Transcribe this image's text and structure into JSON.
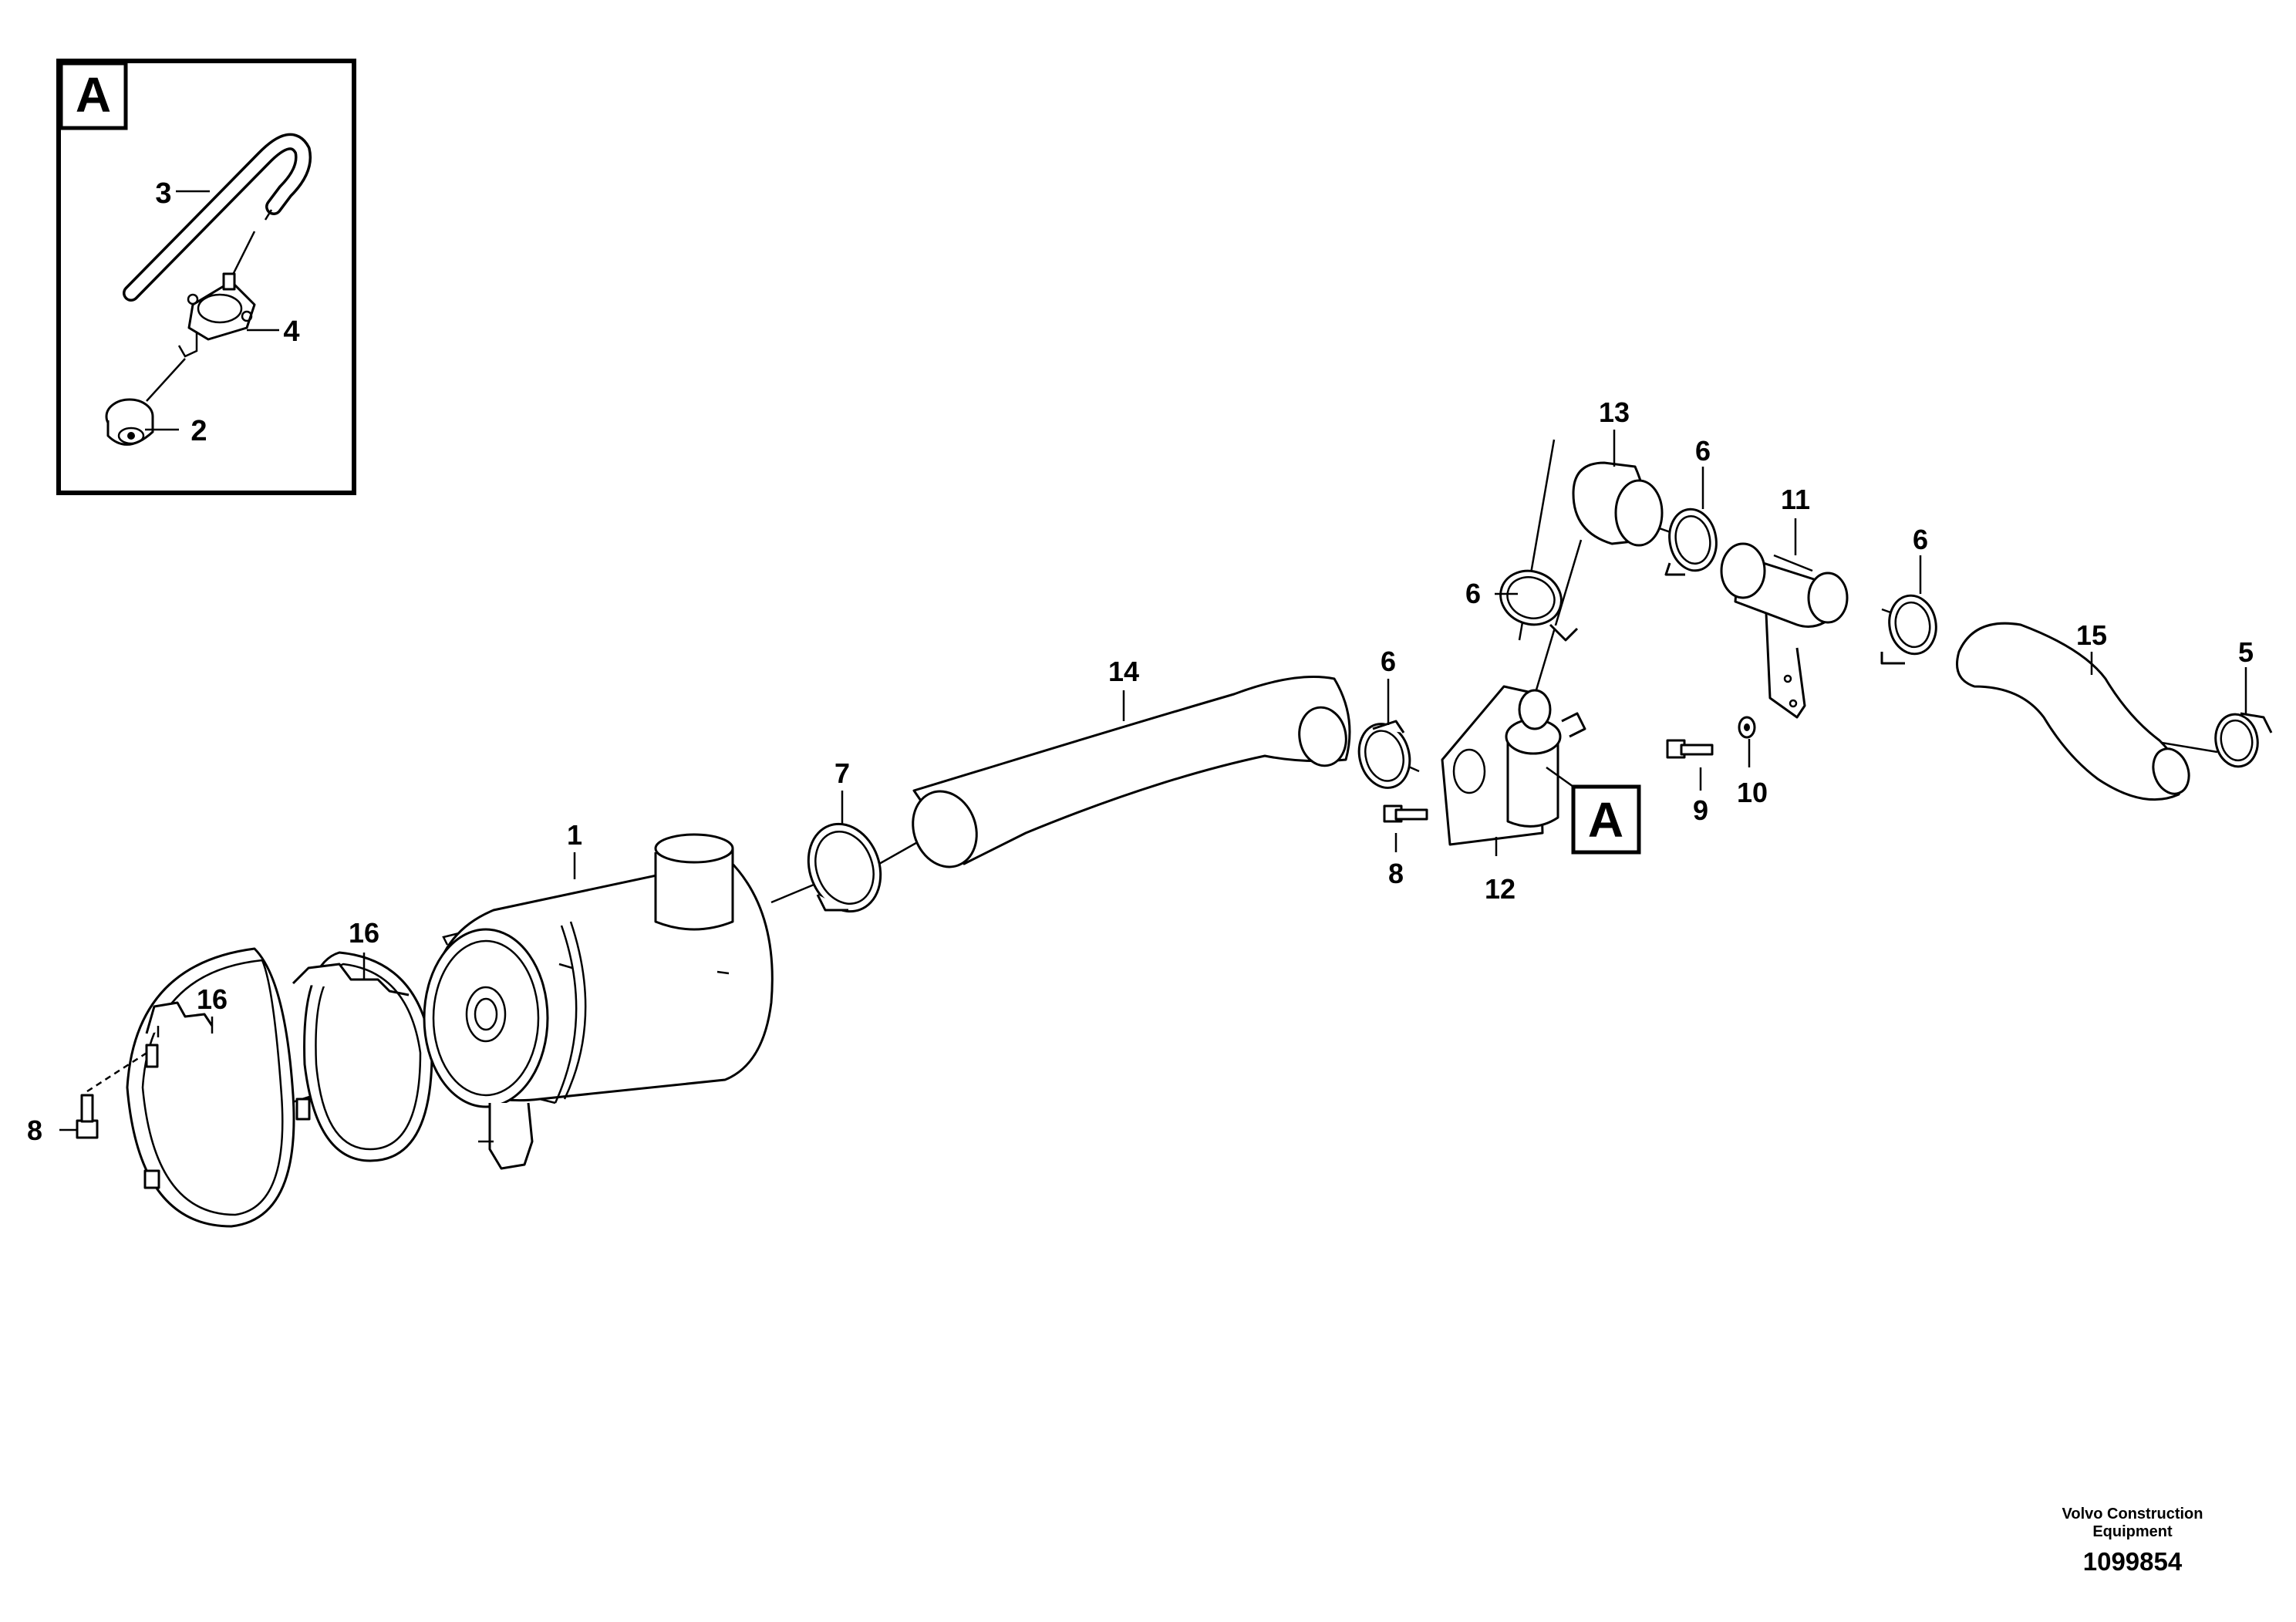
{
  "inset": {
    "letter": "A",
    "callouts": [
      "3",
      "4",
      "2"
    ]
  },
  "callouts": {
    "air_cleaner": "1",
    "band_16_front": "16",
    "band_16_rear": "16",
    "screw_8_left": "8",
    "clamp_7": "7",
    "hose_14": "14",
    "clamp_6_a": "6",
    "screw_8_right": "8",
    "pipe_12": "12",
    "clamp_6_b": "6",
    "bend_13": "13",
    "clamp_6_c": "6",
    "pipe_11": "11",
    "clamp_6_d": "6",
    "hose_15": "15",
    "clamp_5": "5",
    "screw_9": "9",
    "washer_10": "10",
    "ref_box": "A"
  },
  "footer": {
    "company_line1": "Volvo Construction",
    "company_line2": "Equipment",
    "drawing_number": "1099854"
  }
}
